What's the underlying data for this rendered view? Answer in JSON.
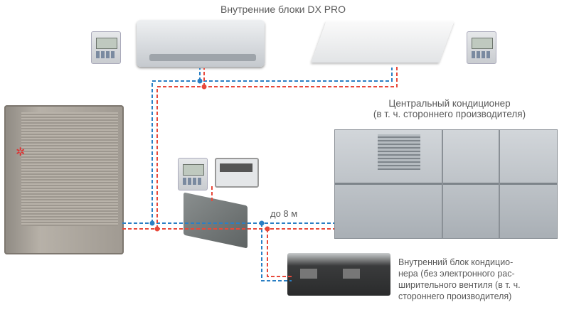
{
  "title": "Внутренние блоки DX PRO",
  "labels": {
    "central_ac": [
      "Центральный кондиционер",
      "(в т. ч. стороннего производителя)"
    ],
    "distance": "до 8 м",
    "indoor_unit": [
      "Внутренний блок кондицио-",
      "нера (без электронного рас-",
      "ширительного вентиля (в т. ч.",
      "стороннего производителя)"
    ]
  },
  "colors": {
    "gas_line": "#2a7fc4",
    "liquid_line": "#e8483a"
  }
}
